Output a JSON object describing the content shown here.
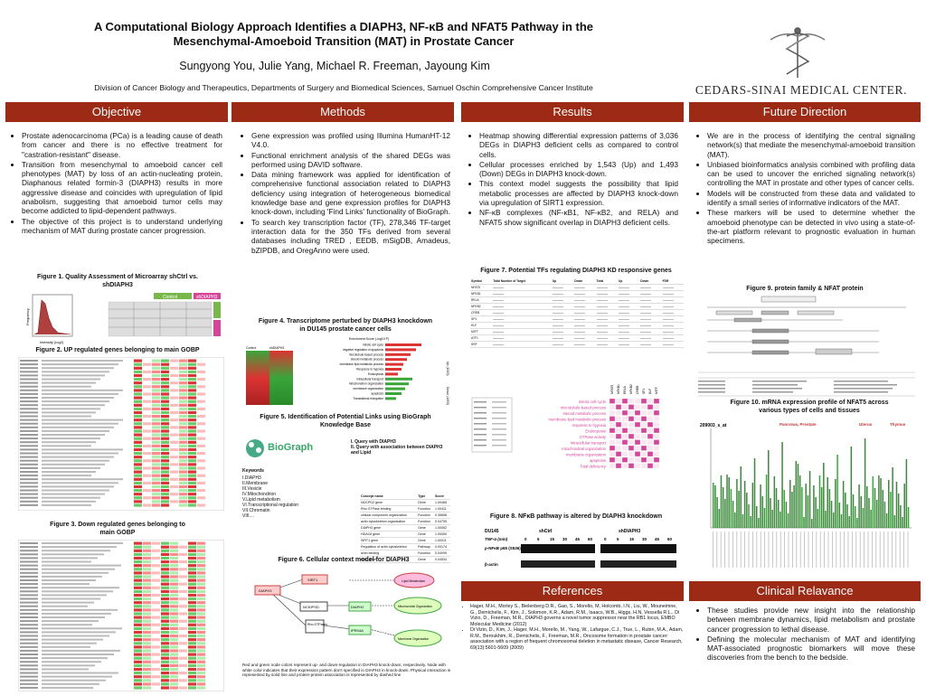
{
  "header": {
    "title": "A Computational Biology Approach Identifies a DIAPH3, NF-κB and NFAT5 Pathway in the Mesenchymal-Amoeboid Transition (MAT) in Prostate Cancer",
    "authors": "Sungyong You, Julie Yang, Michael R. Freeman, Jayoung Kim",
    "affiliation": "Division of Cancer Biology and Therapeutics, Departments of Surgery and Biomedical Sciences, Samuel Oschin Comprehensive Cancer Institute",
    "logo_text": "CEDARS-SINAI MEDICAL CENTER."
  },
  "sections": {
    "objective": "Objective",
    "methods": "Methods",
    "results": "Results",
    "future": "Future Direction",
    "references": "References",
    "clinical": "Clinical Relavance"
  },
  "objective_bullets": [
    "Prostate adenocarcinoma (PCa) is a leading cause of death from cancer and there is no effective treatment for \"castration-resistant\" disease.",
    "Transition from mesenchymal to amoeboid cancer cell phenotypes (MAT) by loss of an actin-nucleating protein, Diaphanous related formin-3 (DIAPH3) results in more aggressive disease and coincides with upregulation of lipid anabolism, suggesting that amoeboid tumor cells may become addicted to lipid-dependent pathways.",
    "The objective of this project is to understand underlying mechanism of MAT during prostate cancer progression."
  ],
  "methods_bullets": [
    "Gene expression was profiled using Illumina HumanHT-12 V4.0.",
    "Functional enrichment analysis of the shared DEGs was performed using DAVID software.",
    "Data mining framework was applied for identification of comprehensive functional association related to DIAPH3 deficiency using integration of heterogeneous biomedical knowledge base and gene expression profiles for DIAPH3 knock-down, including 'Find Links' functionality of BioGraph.",
    "To search key transcription factor (TF), 278,346 TF-target interaction data for the 350 TFs derived from several databases including TRED , EEDB, mSigDB, Amadeus, bZIPDB, and OregAnno were used."
  ],
  "results_bullets": [
    "Heatmap showing differential expression patterns of 3,036 DEGs in DIAPH3 deficient cells as compared to control cells.",
    "Cellular processes enriched by 1,543 (Up) and 1,493 (Down) DEGs in DIAPH3 knock-down.",
    "This context model suggests the possibility that lipid metabolic processes are affected by DIAPH3 knock-down via upregulation of SIRT1 expression.",
    "NF-κB complexes (NF-κB1, NF-κB2, and RELA) and NFAT5 show significant overlap in DIAPH3 deficient cells."
  ],
  "future_bullets": [
    "We are in the process of identifying the central signaling network(s) that mediate the mesenchymal-amoeboid transition (MAT).",
    "Unbiased bioinformatics analysis combined with profiling data can be used to uncover the enriched signaling network(s) controlling the MAT in prostate and other types of cancer cells.",
    "Models will be constructed from these data and validated to identify a small series of informative indicators of the MAT.",
    "These markers will be used to determine whether the amoeboid phenotype can be detected in vivo using a state-of-the-art platform relevant to prognostic evaluation in human specimens."
  ],
  "clinical_bullets": [
    "These studies provide new insight into the relationship between membrane dynamics, lipid metabolism and prostate cancer progression to lethal disease.",
    "Defining the molecular mechanism of MAT and identifying MAT-associated prognostic biomarkers will move these discoveries from the bench to the bedside."
  ],
  "references": [
    "Hager, M.H., Morley S., Bielenberg D.R., Gao, S., Morello, M, Holcomb, I.N., Liu, W., Mouneimne, G., Demichelis, F., Kim, J., Solomon, K.R., Adam, R.M., Isaacs, W.B., Higgs, H.N, Vessella R.L., Di Vizio, D., Freeman, M.R., DIAPH3 governs a novel tumor suppressor near the RB1 locus, EMBO Molecular Medicine (2012)",
    "Di Vizio, D., Kim, J., Hager, M.H., Morello, M., Yang, W., Lafargue, C.J., True, L., Rubin, M.A., Adam, R.M., Beroukhim, R., Demichelis, F., Freeman, M.R., Oncosome formation in prostate cancer: association with a region of frequent chromosomal deletion in metastatic disease, Cancer Research, 69(13):5601-5609 (2009)"
  ],
  "figures": {
    "fig1": "Figure 1. Quality Assessment of Microarray shCtrl vs. shDIAPH3",
    "fig2": "Figure 2. UP regulated genes belonging to main GOBP",
    "fig3": "Figure 3. Down regulated genes belonging to main GOBP",
    "fig4": "Figure 4. Transcriptome perturbed by DIAPH3 knockdown in DU145 prostate cancer cells",
    "fig5": "Figure 5. Identification of Potential Links using BioGraph Knowledge Base",
    "fig6": "Figure 6. Cellular context model for DIAPH3",
    "fig7": "Figure 7. Potential TFs regulating DIAPH3 KD responsive genes",
    "fig8": "Figure 8. NFκB pathway is altered by DIAPH3 knockdown",
    "fig9": "Figure 9. protein family & NFAT protein",
    "fig10": "Figure 10. mRNA expression profile of NFAT5 across various types of cells and tissues"
  },
  "fig1_labels": {
    "control": "Control",
    "shdiaph3": "shDIAPH3",
    "xlabel": "Intensity (log2)",
    "ylabel": "Frequency"
  },
  "fig5": {
    "keywords_title": "Keywords",
    "keywords": [
      "I.DIAPH3",
      "II.Membrane",
      "III.Vesicle",
      "IV.Mitochondrion",
      "V.Lipid metabolism",
      "VI.Transcriptional regulation",
      "VII.Chromatin",
      "VIII...."
    ],
    "legend": [
      "I. Query with DIAPH3",
      "II. Query with association between DIAPH3 and Lipid"
    ],
    "table_headers": [
      "Concept name",
      "Type",
      "Score"
    ],
    "table_rows": [
      [
        "NOCPD2 gene",
        "Gene",
        "1.00465"
      ],
      [
        "Rho GTPase binding",
        "Function",
        "1.00411"
      ],
      [
        "cellular component organization",
        "Function",
        "0.35658"
      ],
      [
        "actin cytoskeleton organization",
        "Function",
        "0.04705"
      ],
      [
        "DIAPH3 gene",
        "Gene",
        "1.00052"
      ],
      [
        "HDAC8 gene",
        "Gene",
        "1.00050"
      ],
      [
        "SIRT1 gene",
        "Gene",
        "1.00011"
      ],
      [
        "Regulation of actin cytoskeleton",
        "Pathway",
        "0.00174"
      ],
      [
        "actin binding",
        "Function",
        "0.04099"
      ],
      [
        "RHO gene",
        "Gene",
        "0.04534"
      ]
    ]
  },
  "fig6": {
    "nodes": [
      "DIAPH3",
      "SIRT1",
      "NCKIPSD",
      "Rho GTPases",
      "DIAPH2",
      "IPR04A",
      "Lipid Metabolism",
      "Mitochondrial Organization",
      "Membrane Organization"
    ],
    "caption": "Red and green node colors represent up- and down-regulation in DIAPH3 knock-down, respectively. Node with white color indicates that their expression pattern don't specified in DIAPH3 in knock-down. Physical interaction is represented by solid line and protein-protein association is represented by dashed line"
  },
  "fig8": {
    "cell_line": "DU145",
    "groups": [
      "shCtrl",
      "shDIAPH3"
    ],
    "tnf_label": "TNF-α (min)",
    "times": [
      "0",
      "5",
      "15",
      "30",
      "45",
      "60"
    ],
    "blots": [
      "p-NFκB p65 (S536)",
      "β-actin"
    ]
  },
  "fig10": {
    "sample": "209003_s_at",
    "annotations": [
      "Pancreas, Prostate",
      "Uterus",
      "Thymus"
    ]
  },
  "fig7_tfs": [
    "NFAT5",
    "NFKB1",
    "RELA",
    "NFKB2",
    "CREB",
    "SP1",
    "KLF",
    "MITF",
    "ATF1",
    "SRF"
  ],
  "fig7_headers": [
    "Symbol",
    "Total Number of Target",
    "Up",
    "Down",
    "Total",
    "Up",
    "Down",
    "FDR"
  ],
  "fig7_terms": [
    "mitotic cell cycle",
    "microtubule-based process",
    "steroid metabolic process",
    "membrane lipid metabolic process",
    "response to hypoxia",
    "Endocytosis",
    "GTPase activity",
    "Intracellular transport",
    "mitochondrial organization",
    "membrane organization",
    "apoptosis",
    "Total deficiency"
  ],
  "fig4": {
    "columns": [
      "Control",
      "shDIAPH3"
    ],
    "chart_terms": [
      "mitotic cell cycle",
      "negative regulation of apoptosis",
      "microtubule-based process",
      "steroid metabolic process",
      "membrane lipid metabolic process",
      "Response to hypoxia",
      "Endocytosis",
      "intracellular transport",
      "mitochondrion organization",
      "membrane organization",
      "apoptosis",
      "Translational elongation"
    ],
    "chart_header": "Enrichment Score (-log10 P)",
    "up_label": "Up (1543)",
    "down_label": "Down (1493)"
  },
  "colors": {
    "header_bg": "#9c2a14",
    "up": "#d92a2a",
    "down": "#3aa63a",
    "accent": "#d7459a"
  }
}
